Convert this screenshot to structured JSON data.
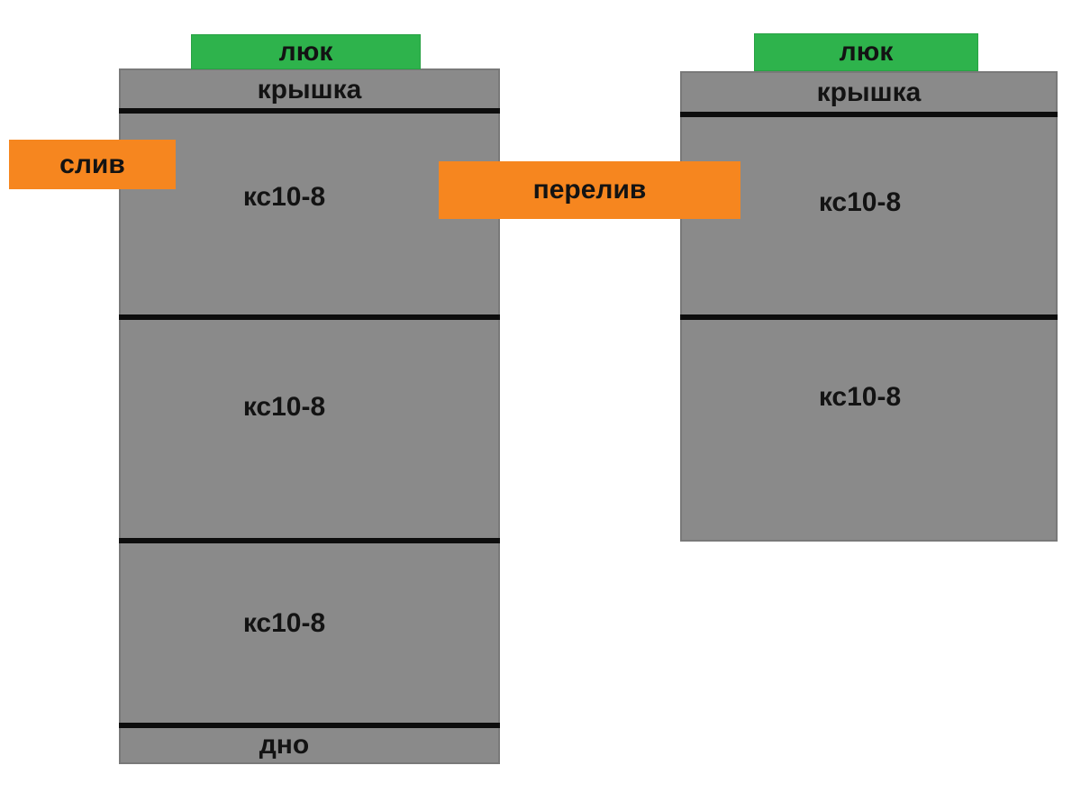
{
  "colors": {
    "tank_gray": "#8a8a8a",
    "tank_border": "#797979",
    "joint_black": "#0d0d0d",
    "hatch_green": "#2eb34c",
    "pipe_orange": "#f6861f",
    "text_dark": "#131313"
  },
  "left_tank": {
    "hatch_label": "люк",
    "cover_label": "крышка",
    "rings": [
      {
        "label": "кс10-8"
      },
      {
        "label": "кс10-8"
      },
      {
        "label": "кс10-8"
      }
    ],
    "bottom_label": "дно"
  },
  "right_tank": {
    "hatch_label": "люк",
    "cover_label": "крышка",
    "rings": [
      {
        "label": "кс10-8"
      },
      {
        "label": "кс10-8"
      }
    ]
  },
  "connections": {
    "drain_label": "слив",
    "overflow_label": "перелив"
  }
}
